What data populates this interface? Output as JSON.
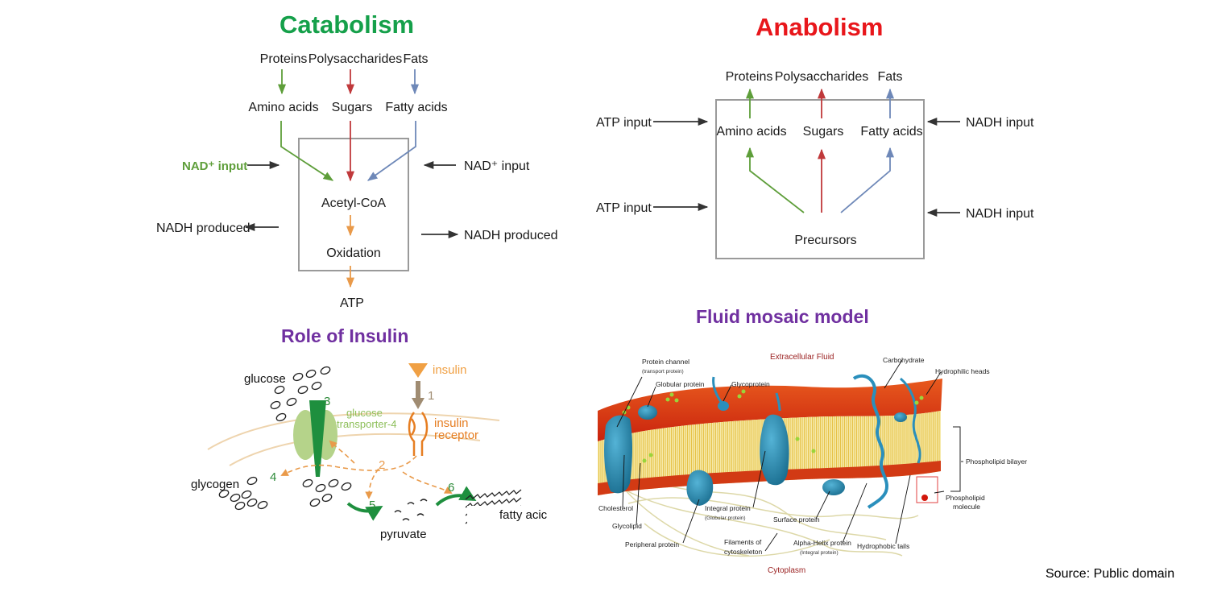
{
  "catabolism": {
    "title": "Catabolism",
    "sources": [
      "Proteins",
      "Polysaccharides",
      "Fats"
    ],
    "monomers": [
      "Amino acids",
      "Sugars",
      "Fatty acids"
    ],
    "left_input": "NAD⁺ input",
    "right_input": "NAD⁺ input",
    "left_output": "NADH produced",
    "right_output": "NADH produced",
    "center": "Acetyl-CoA",
    "process": "Oxidation",
    "product": "ATP"
  },
  "anabolism": {
    "title": "Anabolism",
    "products": [
      "Proteins",
      "Polysaccharides",
      "Fats"
    ],
    "monomers": [
      "Amino acids",
      "Sugars",
      "Fatty acids"
    ],
    "left_inputs": [
      "ATP input",
      "ATP input"
    ],
    "right_inputs": [
      "NADH input",
      "NADH input"
    ],
    "base": "Precursors"
  },
  "insulin": {
    "title": "Role of Insulin",
    "labels": {
      "glucose": "glucose",
      "insulin": "insulin",
      "transporter": [
        "glucose",
        "transporter-4"
      ],
      "receptor": [
        "insulin",
        "receptor"
      ],
      "glycogen": "glycogen",
      "pyruvate": "pyruvate",
      "fatty": "fatty acic"
    },
    "steps": [
      "1",
      "2",
      "3",
      "4",
      "5",
      "6"
    ]
  },
  "membrane": {
    "title": "Fluid mosaic model",
    "top_label": "Extracellular Fluid",
    "bottom_label": "Cytoplasm",
    "labels": {
      "protein_channel": "Protein channel",
      "protein_channel_sub": "(transport protein)",
      "globular": "Globular protein",
      "glycoprotein": "Glycoprotein",
      "carbohydrate": "Carbohydrate",
      "hydrophilic": "Hydrophilic heads",
      "bilayer": "Phospholipid bilayer",
      "phospholipid": [
        "Phospholipid",
        "molecule"
      ],
      "cholesterol": "Cholesterol",
      "glycolipid": "Glycolipid",
      "integral": "Integral protein",
      "integral_sub": "(Globular protein)",
      "surface": "Surface protein",
      "peripheral": "Peripheral protein",
      "filaments": [
        "Filaments of",
        "cytoskeleton"
      ],
      "alpha_helix": "Alpha-Helix protein",
      "alpha_helix_sub": "(Integral protein)",
      "hydrophobic": "Hydrophobic tails"
    }
  },
  "source": "Source: Public domain",
  "colors": {
    "green": "#5e9e3a",
    "red": "#c0393b",
    "blue": "#6e88b8",
    "orange": "#e99a4a",
    "box": "#9a9a9a",
    "arrow_dark": "#333333"
  }
}
